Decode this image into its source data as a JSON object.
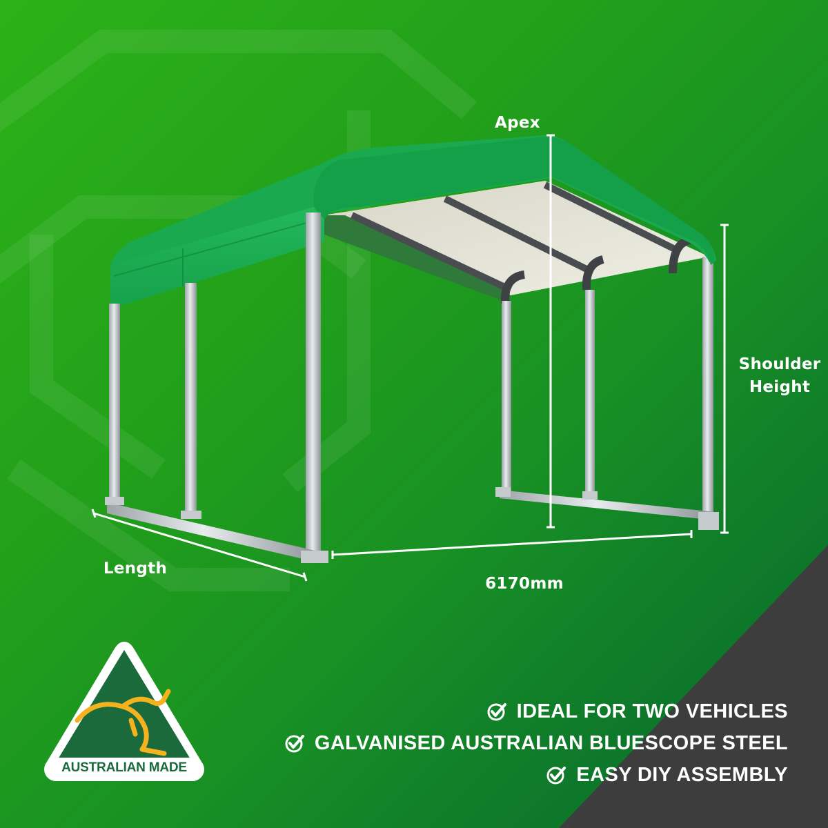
{
  "dimensions": {
    "apex": "Apex",
    "shoulder_line1": "Shoulder",
    "shoulder_line2": "Height",
    "length": "Length",
    "width": "6170mm"
  },
  "features": [
    {
      "icon": "check-circle-icon",
      "text": "IDEAL FOR TWO VEHICLES"
    },
    {
      "icon": "check-circle-icon",
      "text": "GALVANISED AUSTRALIAN BLUESCOPE STEEL"
    },
    {
      "icon": "check-circle-icon",
      "text": "EASY DIY ASSEMBLY"
    }
  ],
  "badge": {
    "icon": "kangaroo-icon",
    "text": "AUSTRALIAN MADE"
  },
  "colors": {
    "background_green": "#22a01a",
    "roof_green": "#1aa94f",
    "corner_dark": "#3d3d3d",
    "badge_green": "#1a6a3c",
    "badge_gold": "#f5b21f"
  }
}
